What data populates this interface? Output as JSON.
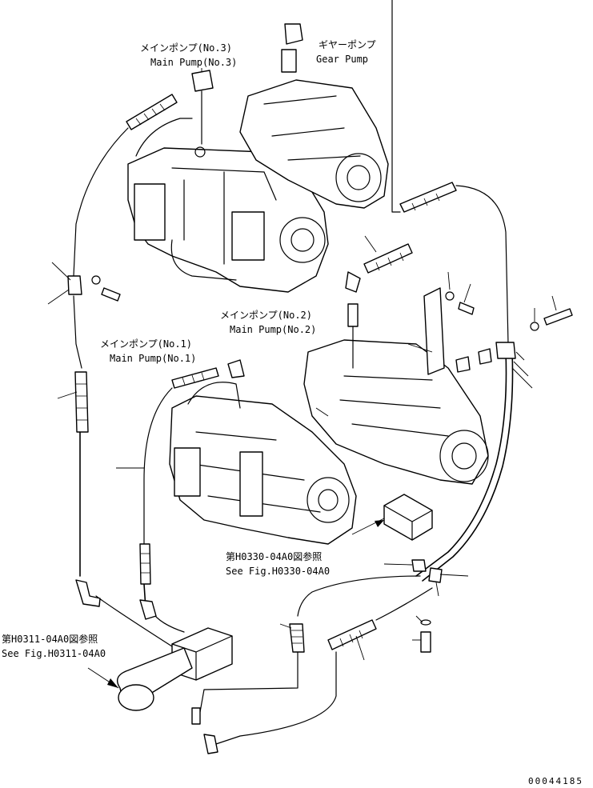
{
  "labels": {
    "main_pump_3_jp": "メインポンプ(No.3)",
    "main_pump_3_en": "Main Pump(No.3)",
    "gear_pump_jp": "ギヤーポンプ",
    "gear_pump_en": "Gear Pump",
    "main_pump_2_jp": "メインポンプ(No.2)",
    "main_pump_2_en": "Main Pump(No.2)",
    "main_pump_1_jp": "メインポンプ(No.1)",
    "main_pump_1_en": "Main Pump(No.1)",
    "ref_h0330_jp": "第H0330-04A0図参照",
    "ref_h0330_en": "See Fig.H0330-04A0",
    "ref_h0311_jp": "第H0311-04A0図参照",
    "ref_h0311_en": "See Fig.H0311-04A0"
  },
  "drawing_number": "00044185"
}
